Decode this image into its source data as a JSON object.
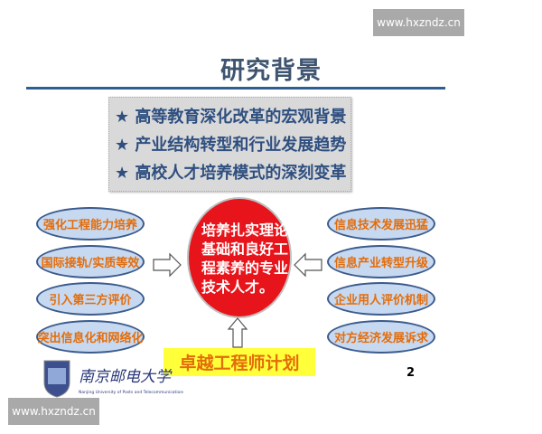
{
  "watermark": "www.hxzndz.cn",
  "title": "研究背景",
  "background_points": [
    "★ 高等教育深化改革的宏观背景",
    "★ 产业结构转型和行业发展趋势",
    "★ 高校人才培养模式的深刻变革"
  ],
  "left_items": [
    "强化工程能力培养",
    "国际接轨/实质等效",
    "引入第三方评价",
    "突出信息化和网络化"
  ],
  "right_items": [
    "信息技术发展迅猛",
    "信息产业转型升级",
    "企业用人评价机制",
    "对方经济发展诉求"
  ],
  "center_text": "培养扎实理论基础和良好工程素养的专业技术人才。",
  "plan_label": "卓越工程师计划",
  "logo": {
    "name_cn": "南京邮电大学",
    "name_en": "Nanjing University of Posts and Telecommunications"
  },
  "page_number": "2",
  "colors": {
    "title": "#3e5470",
    "oval_fill": "#c6d9f0",
    "oval_text": "#e46c0a",
    "circle": "#e8141b",
    "plan_bg": "#ffff3a"
  }
}
